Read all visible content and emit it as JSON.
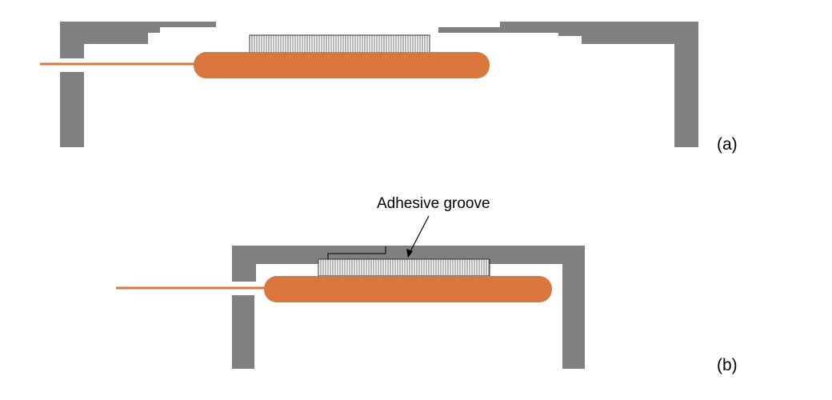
{
  "labels": {
    "panel_a": "(a)",
    "panel_b": "(b)",
    "adhesive_groove": "Adhesive groove"
  },
  "colors": {
    "housing": "#808080",
    "fiber": "#d9773f",
    "adhesive_fill": "#ffffff",
    "adhesive_hatch": "#333333",
    "text": "#000000"
  }
}
